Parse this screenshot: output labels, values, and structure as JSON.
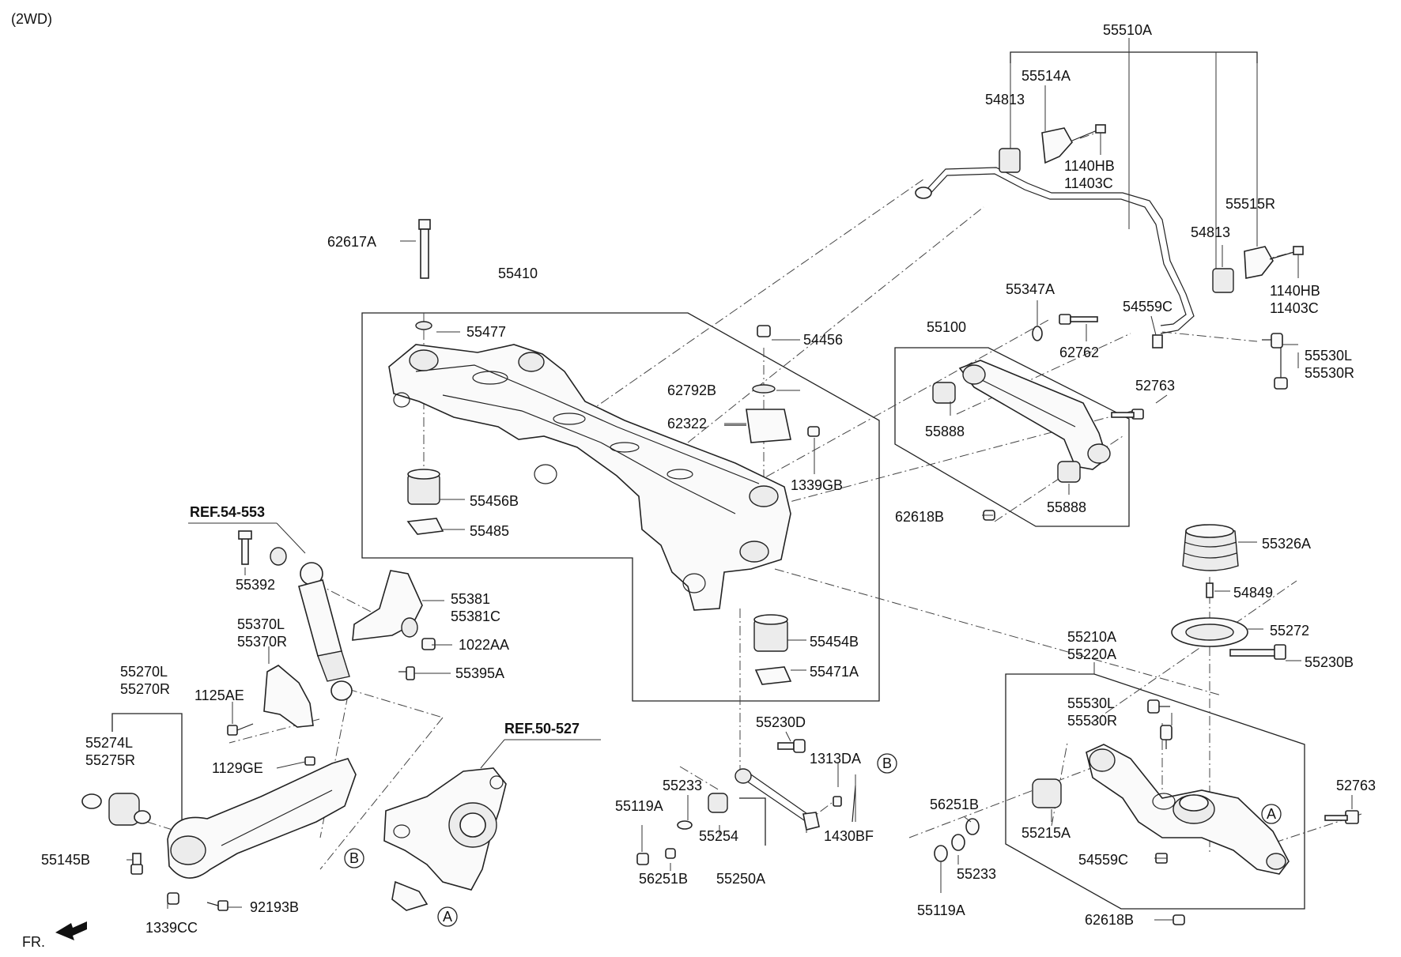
{
  "variant_label": "(2WD)",
  "refs": {
    "shock": "REF.54-553",
    "knuckle": "REF.50-527"
  },
  "front_indicator": "FR.",
  "markers": {
    "a": "A",
    "b": "B"
  },
  "labels": {
    "p55510A": "55510A",
    "p55514A": "55514A",
    "p54813_top": "54813",
    "p1140HB_top": "1140HB",
    "p11403C_top": "11403C",
    "p55515R": "55515R",
    "p54813_right": "54813",
    "p1140HB_right": "1140HB",
    "p11403C_right": "11403C",
    "p54559C_top": "54559C",
    "p55530L_top": "55530L",
    "p55530R_top": "55530R",
    "p62617A": "62617A",
    "p55410": "55410",
    "p55477": "55477",
    "p54456": "54456",
    "p62792B": "62792B",
    "p62322": "62322",
    "p1339GB": "1339GB",
    "p55456B": "55456B",
    "p55485": "55485",
    "p55347A": "55347A",
    "p55100": "55100",
    "p62762": "62762",
    "p52763_top": "52763",
    "p55888_a": "55888",
    "p55888_b": "55888",
    "p62618B_top": "62618B",
    "p55326A": "55326A",
    "p54849": "54849",
    "p55272": "55272",
    "p55210A": "55210A",
    "p55220A": "55220A",
    "p55230B": "55230B",
    "p55530L_low": "55530L",
    "p55530R_low": "55530R",
    "p56251B_r": "56251B",
    "p55215A": "55215A",
    "p55233_r": "55233",
    "p55119A_r": "55119A",
    "p54559C_low": "54559C",
    "p52763_low": "52763",
    "p62618B_low": "62618B",
    "p55392": "55392",
    "p55381": "55381",
    "p55381C": "55381C",
    "p55370L": "55370L",
    "p55370R": "55370R",
    "p1022AA": "1022AA",
    "p55395A": "55395A",
    "p1125AE": "1125AE",
    "p55270L": "55270L",
    "p55270R": "55270R",
    "p55274L": "55274L",
    "p55275R": "55275R",
    "p1129GE": "1129GE",
    "p55145B": "55145B",
    "p92193B": "92193B",
    "p1339CC": "1339CC",
    "p55454B": "55454B",
    "p55471A": "55471A",
    "p55230D": "55230D",
    "p55233_m": "55233",
    "p1313DA": "1313DA",
    "p55119A_m": "55119A",
    "p55254": "55254",
    "p1430BF": "1430BF",
    "p56251B_m": "56251B",
    "p55250A": "55250A"
  }
}
